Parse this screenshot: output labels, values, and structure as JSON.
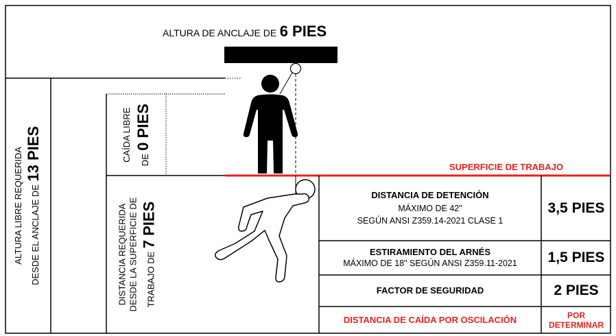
{
  "anchor": {
    "prefix": "ALTURA DE ANCLAJE DE",
    "value": "6 PIES"
  },
  "total_clearance": {
    "line1": "ALTURA LIBRE REQUERIDA",
    "line2_prefix": "DESDE EL ANCLAJE DE",
    "line2_value": "13 PIES"
  },
  "free_fall": {
    "line1_prefix": "CAÍDA LIBRE",
    "line1_value": "0 PIES",
    "line2": "DE"
  },
  "required_distance": {
    "line1": "DISTANCIA REQUERIDA",
    "line2": "DESDE LA SUPERFICIE DE",
    "line3_prefix": "TRABAJO DE",
    "line3_value": "7 PIES"
  },
  "work_surface_label": "SUPERFICIE DE TRABAJO",
  "table": [
    {
      "title": "DISTANCIA DE DETENCIÓN",
      "line2": "MÁXIMO DE 42\"",
      "line3": "SEGÚN ANSI Z359.14-2021 CLASE 1",
      "value": "3,5 PIES"
    },
    {
      "title": "ESTIRAMIENTO DEL ARNÉS",
      "line2": "MÁXIMO DE 18\" SEGÚN ANSI Z359.11-2021",
      "value": "1,5 PIES"
    },
    {
      "title": "FACTOR DE SEGURIDAD",
      "value": "2 PIES"
    },
    {
      "title": "DISTANCIA DE CAÍDA POR OSCILACIÓN",
      "value_line1": "POR",
      "value_line2": "DETERMINAR"
    }
  ],
  "colors": {
    "accent_red": "#e8201e",
    "line_black": "#000000"
  },
  "icons": [
    "standing-worker-icon",
    "falling-worker-icon",
    "anchor-ring-icon"
  ]
}
